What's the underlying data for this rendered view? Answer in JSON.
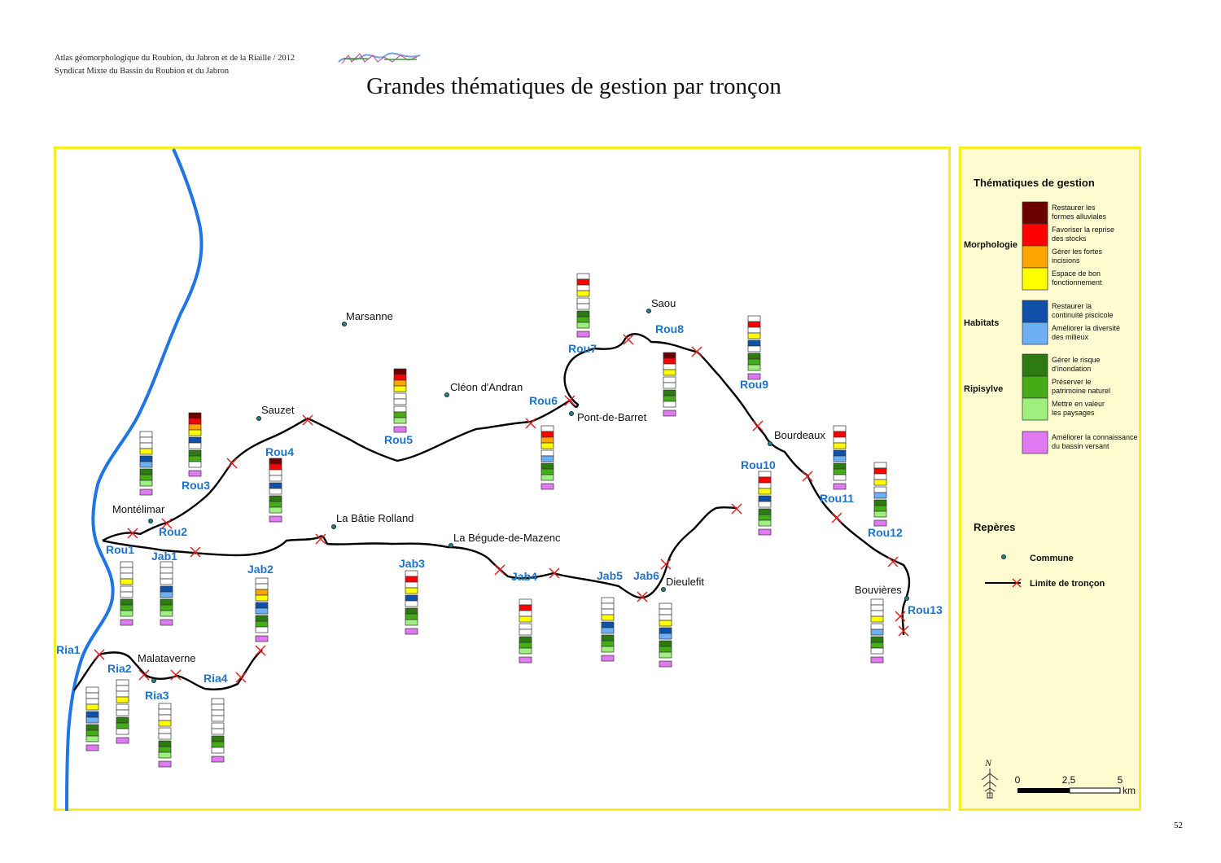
{
  "header": {
    "line1": "Atlas géomorphologique du Roubion, du Jabron et de la Riaille / 2012",
    "line2": "Syndicat Mixte du Bassin du Roubion et du Jabron",
    "title": "Grandes thématiques de gestion par tronçon",
    "page_number": "52"
  },
  "colors": {
    "river": "#1f74e6",
    "frame": "#f5ef1e",
    "legend_bg": "#fdfbcf",
    "segment_label": "#1f74c8",
    "dark_red": "#6b0000",
    "red": "#ff0000",
    "orange": "#ffa500",
    "yellow": "#ffff00",
    "dark_blue": "#1050a8",
    "light_blue": "#6eb0f4",
    "dark_green": "#2d7a12",
    "green": "#45ac18",
    "light_green": "#9ef07e",
    "violet": "#e07af2"
  },
  "legend": {
    "title": "Thématiques de gestion",
    "groups": [
      {
        "name": "Morphologie",
        "items": [
          {
            "color": "#6b0000",
            "label": [
              "Restaurer les",
              "formes alluviales"
            ]
          },
          {
            "color": "#ff0000",
            "label": [
              "Favoriser la reprise",
              "des stocks"
            ]
          },
          {
            "color": "#ffa500",
            "label": [
              "Gérer les fortes",
              "incisions"
            ]
          },
          {
            "color": "#ffff00",
            "label": [
              "Espace de bon",
              "fonctionnement"
            ]
          }
        ]
      },
      {
        "name": "Habitats",
        "items": [
          {
            "color": "#1050a8",
            "label": [
              "Restaurer la",
              "continuité piscicole"
            ]
          },
          {
            "color": "#6eb0f4",
            "label": [
              "Améliorer la diversité",
              "des milieux"
            ]
          }
        ]
      },
      {
        "name": "Ripisylve",
        "items": [
          {
            "color": "#2d7a12",
            "label": [
              "Gérer le risque",
              "d'inondation"
            ]
          },
          {
            "color": "#45ac18",
            "label": [
              "Préserver le",
              "patrimoine naturel"
            ]
          },
          {
            "color": "#9ef07e",
            "label": [
              "Mettre en valeur",
              "les paysages"
            ]
          }
        ]
      },
      {
        "name": "",
        "items": [
          {
            "color": "#e07af2",
            "label": [
              "Améliorer la connaissance",
              "du bassin versant"
            ]
          }
        ]
      }
    ],
    "reperes_title": "Repères",
    "commune_label": "Commune",
    "limite_label": "Limite de tronçon",
    "north_label": "N",
    "scale": {
      "ticks": [
        "0",
        "2,5",
        "5"
      ],
      "unit": "km"
    }
  },
  "communes": [
    {
      "name": "Marsanne"
    },
    {
      "name": "Saou"
    },
    {
      "name": "Cléon d'Andran"
    },
    {
      "name": "Sauzet"
    },
    {
      "name": "Pont-de-Barret"
    },
    {
      "name": "Bourdeaux"
    },
    {
      "name": "Montélimar"
    },
    {
      "name": "La Bâtie Rolland"
    },
    {
      "name": "La Bégude-de-Mazenc"
    },
    {
      "name": "Dieulefit"
    },
    {
      "name": "Bouvières"
    },
    {
      "name": "Malataverne"
    }
  ],
  "segments": [
    {
      "name": "Rou1",
      "themes": [
        0,
        0,
        0,
        1,
        0,
        0,
        1,
        1,
        1,
        1
      ]
    },
    {
      "name": "Rou2",
      "themes": [
        0,
        0,
        0,
        1,
        1,
        1,
        1,
        1,
        1,
        1
      ]
    },
    {
      "name": "Rou3",
      "themes": [
        1,
        1,
        1,
        1,
        1,
        0,
        1,
        1,
        0,
        1
      ]
    },
    {
      "name": "Rou4",
      "themes": [
        1,
        1,
        0,
        0,
        1,
        0,
        1,
        1,
        1,
        1
      ]
    },
    {
      "name": "Rou5",
      "themes": [
        1,
        1,
        1,
        1,
        0,
        0,
        0,
        1,
        1,
        1
      ]
    },
    {
      "name": "Rou6",
      "themes": [
        0,
        1,
        1,
        1,
        0,
        1,
        1,
        1,
        1,
        1
      ]
    },
    {
      "name": "Rou7",
      "themes": [
        0,
        1,
        0,
        1,
        0,
        0,
        1,
        1,
        1,
        1
      ]
    },
    {
      "name": "Rou8",
      "themes": [
        1,
        1,
        0,
        1,
        0,
        0,
        1,
        1,
        0,
        1
      ]
    },
    {
      "name": "Rou9",
      "themes": [
        0,
        1,
        0,
        1,
        1,
        0,
        1,
        1,
        1,
        1
      ]
    },
    {
      "name": "Rou10",
      "themes": [
        0,
        1,
        0,
        1,
        1,
        0,
        1,
        1,
        1,
        1
      ]
    },
    {
      "name": "Rou11",
      "themes": [
        0,
        1,
        0,
        1,
        1,
        1,
        1,
        1,
        0,
        1
      ]
    },
    {
      "name": "Rou12",
      "themes": [
        0,
        1,
        0,
        1,
        0,
        1,
        1,
        1,
        1,
        1
      ]
    },
    {
      "name": "Rou13",
      "themes": [
        0,
        0,
        0,
        1,
        0,
        1,
        1,
        1,
        0,
        1
      ]
    },
    {
      "name": "Jab1",
      "themes": [
        0,
        0,
        0,
        0,
        1,
        1,
        1,
        1,
        1,
        1
      ]
    },
    {
      "name": "Jab2",
      "themes": [
        0,
        0,
        1,
        1,
        1,
        1,
        1,
        1,
        0,
        1
      ]
    },
    {
      "name": "Jab3",
      "themes": [
        0,
        1,
        0,
        1,
        1,
        0,
        1,
        1,
        1,
        1
      ]
    },
    {
      "name": "Jab4",
      "themes": [
        0,
        1,
        0,
        1,
        0,
        0,
        1,
        1,
        1,
        1
      ]
    },
    {
      "name": "Jab5",
      "themes": [
        0,
        0,
        0,
        1,
        1,
        1,
        1,
        1,
        1,
        1
      ]
    },
    {
      "name": "Jab6",
      "themes": [
        0,
        0,
        0,
        1,
        1,
        1,
        1,
        1,
        1,
        1
      ]
    },
    {
      "name": "Ria1",
      "themes": [
        0,
        0,
        0,
        1,
        1,
        1,
        1,
        1,
        1,
        1
      ]
    },
    {
      "name": "Ria2",
      "themes": [
        0,
        0,
        0,
        1,
        0,
        0,
        1,
        1,
        0,
        1
      ]
    },
    {
      "name": "Ria3",
      "themes": [
        0,
        0,
        0,
        1,
        0,
        0,
        1,
        1,
        1,
        1
      ]
    },
    {
      "name": "Ria4",
      "themes": [
        0,
        0,
        0,
        0,
        0,
        0,
        1,
        1,
        0,
        1
      ]
    }
  ]
}
